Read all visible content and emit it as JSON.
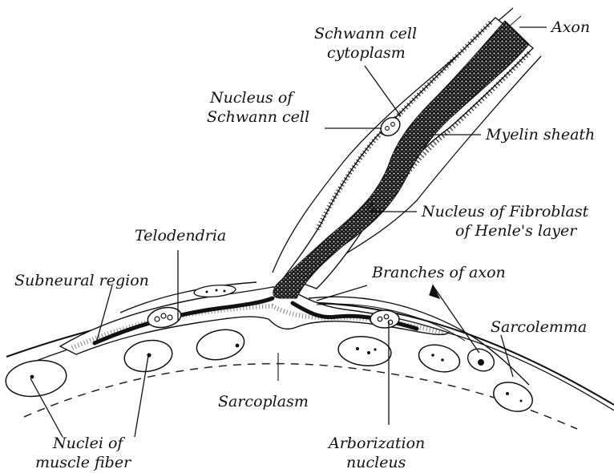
{
  "labels": {
    "axon": "Axon",
    "schwann_cytoplasm_1": "Schwann cell",
    "schwann_cytoplasm_2": "cytoplasm",
    "schwann_nucleus_1": "Nucleus of",
    "schwann_nucleus_2": "Schwann cell",
    "myelin": "Myelin sheath",
    "fibroblast_1": "Nucleus of Fibroblast",
    "fibroblast_2": "of Henle's layer",
    "telodendria": "Telodendria",
    "subneural": "Subneural region",
    "branches": "Branches of axon",
    "sarcolemma": "Sarcolemma",
    "sarcoplasm": "Sarcoplasm",
    "nuclei_muscle_1": "Nuclei of",
    "nuclei_muscle_2": "muscle fiber",
    "arborization_1": "Arborization",
    "arborization_2": "nucleus"
  }
}
